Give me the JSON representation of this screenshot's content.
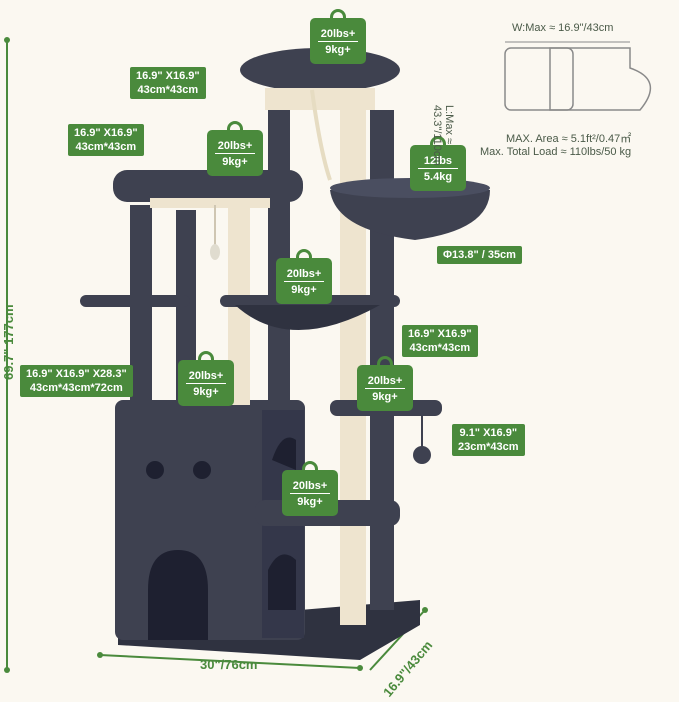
{
  "dimensions": {
    "height": "69.7\" 177cm",
    "width": "30\"/76cm",
    "depth": "16.9\"/43cm"
  },
  "platform_top": {
    "size": "16.9\" X16.9\"\n43cm*43cm",
    "load": [
      "20lbs+",
      "9kg+"
    ]
  },
  "platform_second": {
    "size": "16.9\" X16.9\"\n43cm*43cm",
    "load": [
      "20lbs+",
      "9kg+"
    ]
  },
  "basket": {
    "load": [
      "12lbs",
      "5.4kg"
    ],
    "diameter": "Φ13.8\" / 35cm"
  },
  "hammock": {
    "load": [
      "20lbs+",
      "9kg+"
    ],
    "size": "16.9\" X16.9\"\n43cm*43cm"
  },
  "condo": {
    "size": "16.9\" X16.9\" X28.3\"\n43cm*43cm*72cm",
    "load": [
      "20lbs+",
      "9kg+"
    ]
  },
  "ledge": {
    "load": [
      "20lbs+",
      "9kg+"
    ],
    "size": "9.1\" X16.9\"\n23cm*43cm"
  },
  "step": {
    "load": [
      "20lbs+",
      "9kg+"
    ]
  },
  "footprint": {
    "w_max": "W:Max ≈ 16.9\"/43cm",
    "l_max": "L:Max ≈\n43.3\"/110cm",
    "area": "MAX. Area ≈ 5.1ft²/0.47㎡",
    "total_load": "Max. Total Load  ≈  110lbs/50 kg"
  },
  "colors": {
    "accent": "#4a8a3c",
    "plush": "#3e4150",
    "sisal": "#eee4cf"
  }
}
